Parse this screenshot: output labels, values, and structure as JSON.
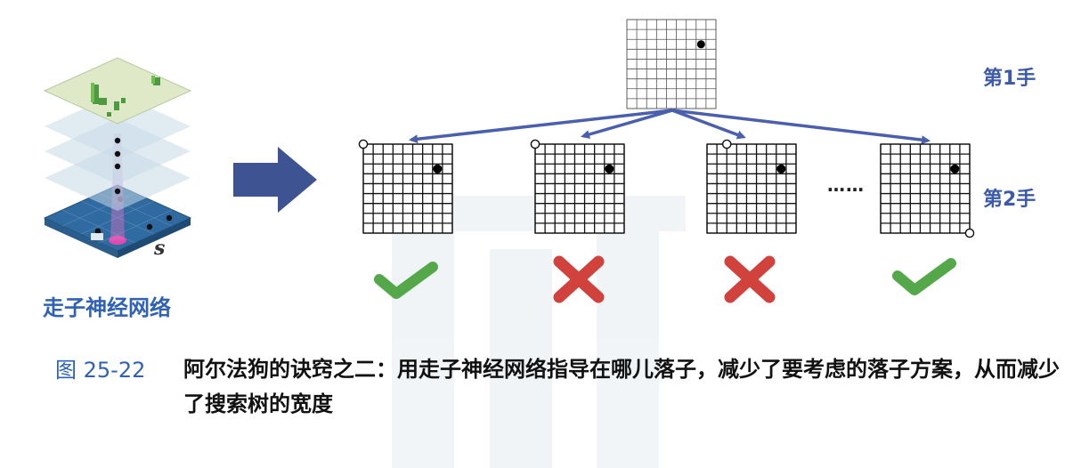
{
  "step_labels": {
    "first": "第1手",
    "second": "第2手"
  },
  "network_label": "走子神经网络",
  "state_symbol": "s",
  "ellipsis": "……",
  "caption": {
    "number": "图 25-22",
    "text": "阿尔法狗的诀窍之二：用走子神经网络指导在哪儿落子，减少了要考虑的落子方案，从而减少了搜索树的宽度"
  },
  "boards": {
    "root": {
      "grid": 9,
      "black_stone": [
        7,
        2
      ],
      "white_stone": null
    },
    "children": [
      {
        "grid": 9,
        "black_stone": [
          7,
          2
        ],
        "white_stone": [
          0,
          0
        ],
        "verdict": "check"
      },
      {
        "grid": 9,
        "black_stone": [
          7,
          2
        ],
        "white_stone": [
          0,
          0
        ],
        "verdict": "cross"
      },
      {
        "grid": 9,
        "black_stone": [
          7,
          2
        ],
        "white_stone": [
          2,
          0
        ],
        "verdict": "cross"
      },
      {
        "grid": 9,
        "black_stone": [
          7,
          2
        ],
        "white_stone": [
          9,
          9
        ],
        "verdict": "check"
      }
    ]
  },
  "colors": {
    "arrow_blue": "#4a5fae",
    "big_arrow_blue": "#3e5392",
    "check_green": "#54a84a",
    "cross_red": "#d2423c",
    "label_blue": "#3c5aa8",
    "caption_blue": "#2f62b4"
  }
}
